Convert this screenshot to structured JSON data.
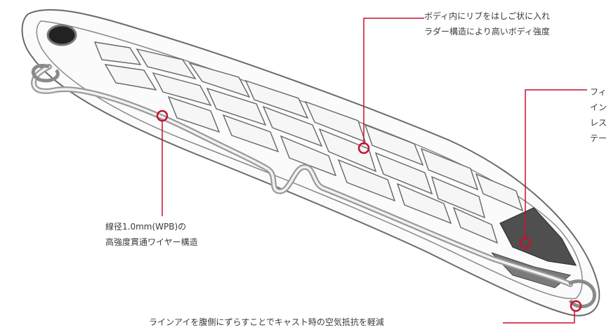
{
  "labels": {
    "rib_top": {
      "line1": "ボディ内にリブをはしご状に入れ",
      "line2": "ラダー構造により高いボディ強度"
    },
    "weight_right": {
      "line1": "フィ",
      "line2": "イン",
      "line3": "レス",
      "line4": "テー"
    },
    "wire": {
      "line1": "線径1.0mm(WPB)の",
      "line2": "高強度貫通ワイヤー構造"
    },
    "line_eye_bottom": "ラインアイを腹側にずらすことでキャスト時の空気抵抗を軽減"
  },
  "colors": {
    "callout": "#c8102e",
    "outline": "#6b6b6b",
    "rib_fill": "#f4f4f4",
    "weight_dark": "#555555"
  }
}
